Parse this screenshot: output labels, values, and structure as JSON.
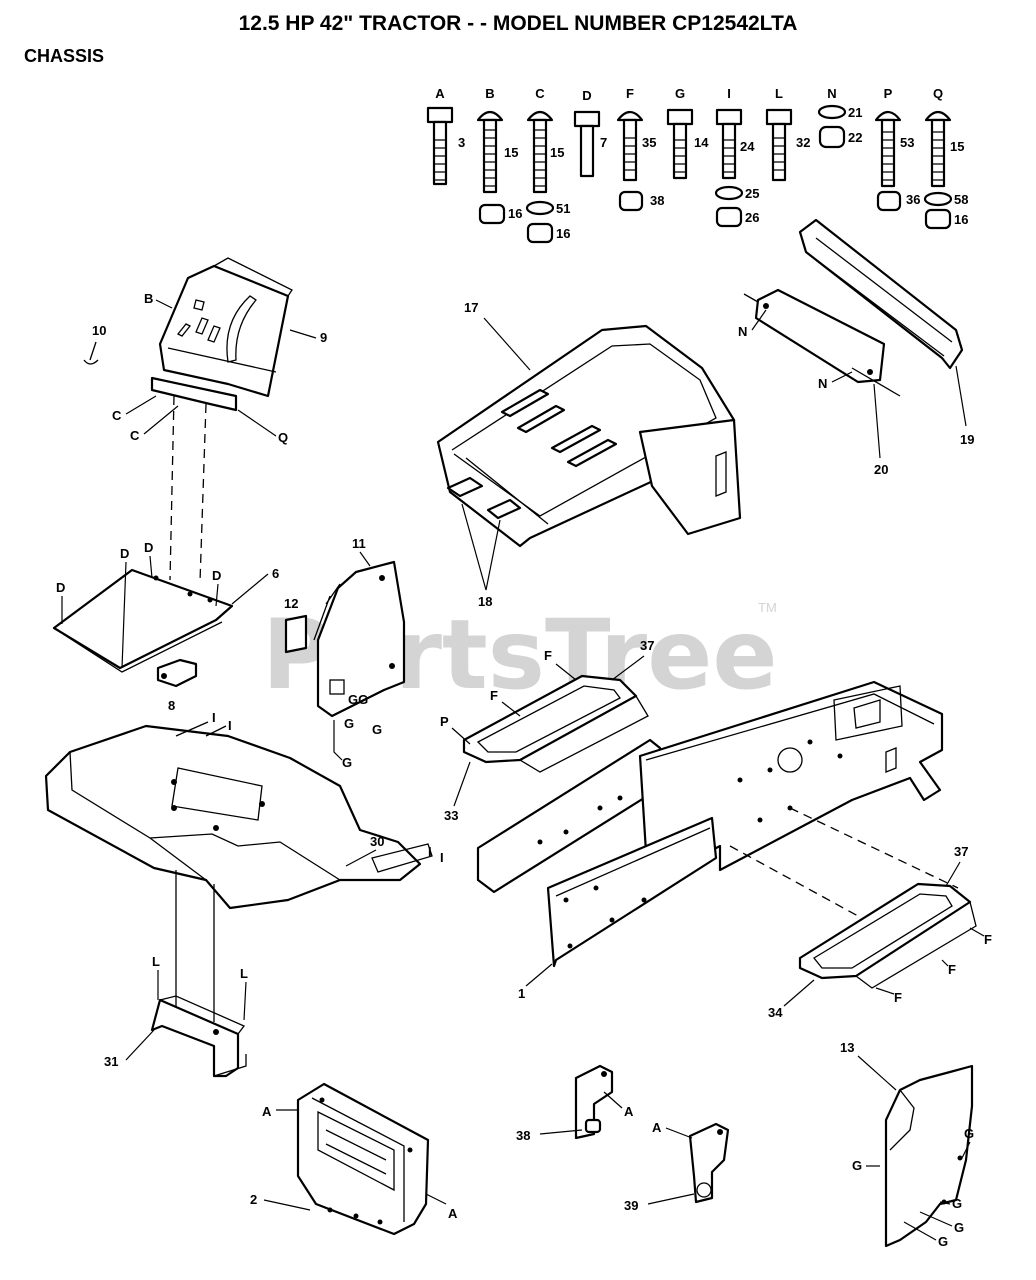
{
  "header": {
    "title": "12.5 HP 42\" TRACTOR - - MODEL NUMBER CP12542LTA",
    "subtitle": "CHASSIS"
  },
  "watermark": {
    "text": "PartsTree",
    "tm": "TM"
  },
  "hardware": {
    "A": {
      "letter": "A",
      "nums": [
        "3"
      ]
    },
    "B": {
      "letter": "B",
      "nums": [
        "15",
        "16"
      ]
    },
    "C": {
      "letter": "C",
      "nums": [
        "15",
        "51",
        "16"
      ]
    },
    "D": {
      "letter": "D",
      "nums": [
        "7"
      ]
    },
    "F": {
      "letter": "F",
      "nums": [
        "35",
        "38"
      ]
    },
    "G": {
      "letter": "G",
      "nums": [
        "14"
      ]
    },
    "I": {
      "letter": "I",
      "nums": [
        "24",
        "25",
        "26"
      ]
    },
    "L": {
      "letter": "L",
      "nums": [
        "32"
      ]
    },
    "N": {
      "letter": "N",
      "nums": [
        "21",
        "22"
      ]
    },
    "P": {
      "letter": "P",
      "nums": [
        "53",
        "36"
      ]
    },
    "Q": {
      "letter": "Q",
      "nums": [
        "15",
        "58",
        "16"
      ]
    }
  },
  "parts": {
    "p1": "1",
    "p2": "2",
    "p6": "6",
    "p8": "8",
    "p9": "9",
    "p10": "10",
    "p11": "11",
    "p12": "12",
    "p13": "13",
    "p17": "17",
    "p18": "18",
    "p19": "19",
    "p20": "20",
    "p30": "30",
    "p31": "31",
    "p33": "33",
    "p34": "34",
    "p37": "37",
    "p38": "38",
    "p39": "39"
  },
  "callouts": {
    "A": "A",
    "B": "B",
    "C": "C",
    "D": "D",
    "F": "F",
    "G": "G",
    "GG": "GG",
    "I": "I",
    "L": "L",
    "N": "N",
    "P": "P",
    "Q": "Q"
  }
}
